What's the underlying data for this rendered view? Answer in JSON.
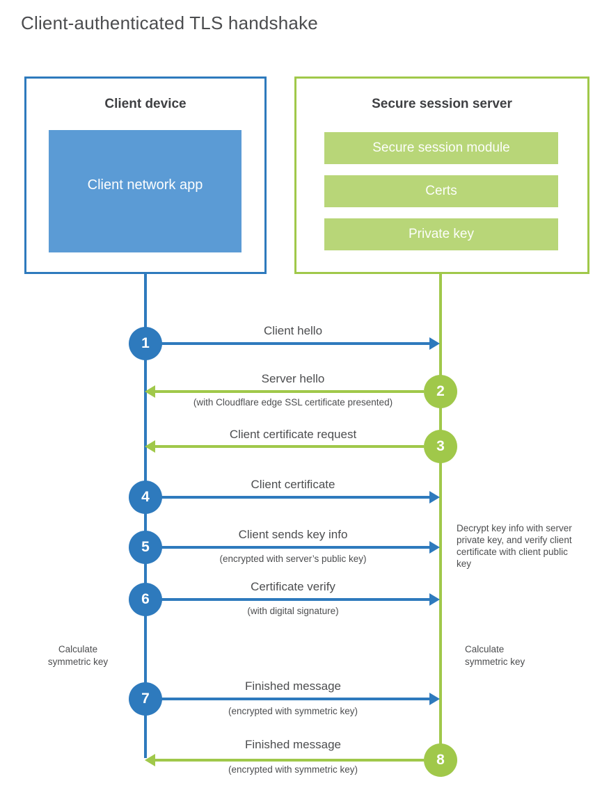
{
  "title": "Client-authenticated TLS handshake",
  "colors": {
    "blue": "#2e7abd",
    "blue_fill": "#5b9bd5",
    "green": "#a0c84a",
    "green_fill": "#b8d678"
  },
  "client_box": {
    "title": "Client device",
    "app_label": "Client network app"
  },
  "server_box": {
    "title": "Secure session server",
    "modules": [
      "Secure session module",
      "Certs",
      "Private key"
    ]
  },
  "steps": [
    {
      "num": "1",
      "label": "Client hello",
      "subtitle": "",
      "direction": "right",
      "from": "client"
    },
    {
      "num": "2",
      "label": "Server hello",
      "subtitle": "(with Cloudflare edge SSL certificate presented)",
      "direction": "left",
      "from": "server"
    },
    {
      "num": "3",
      "label": "Client certificate request",
      "subtitle": "",
      "direction": "left",
      "from": "server"
    },
    {
      "num": "4",
      "label": "Client certificate",
      "subtitle": "",
      "direction": "right",
      "from": "client"
    },
    {
      "num": "5",
      "label": "Client sends key info",
      "subtitle": "(encrypted with server’s public key)",
      "direction": "right",
      "from": "client"
    },
    {
      "num": "6",
      "label": "Certificate verify",
      "subtitle": "(with digital signature)",
      "direction": "right",
      "from": "client"
    },
    {
      "num": "7",
      "label": "Finished message",
      "subtitle": "(encrypted with symmetric key)",
      "direction": "right",
      "from": "client"
    },
    {
      "num": "8",
      "label": "Finished message",
      "subtitle": "(encrypted with symmetric key)",
      "direction": "left",
      "from": "server"
    }
  ],
  "annotations": {
    "decrypt_note": "Decrypt key info with server private key, and verify client certificate with client public key",
    "calculate_left": "Calculate symmetric key",
    "calculate_right": "Calculate symmetric key"
  }
}
